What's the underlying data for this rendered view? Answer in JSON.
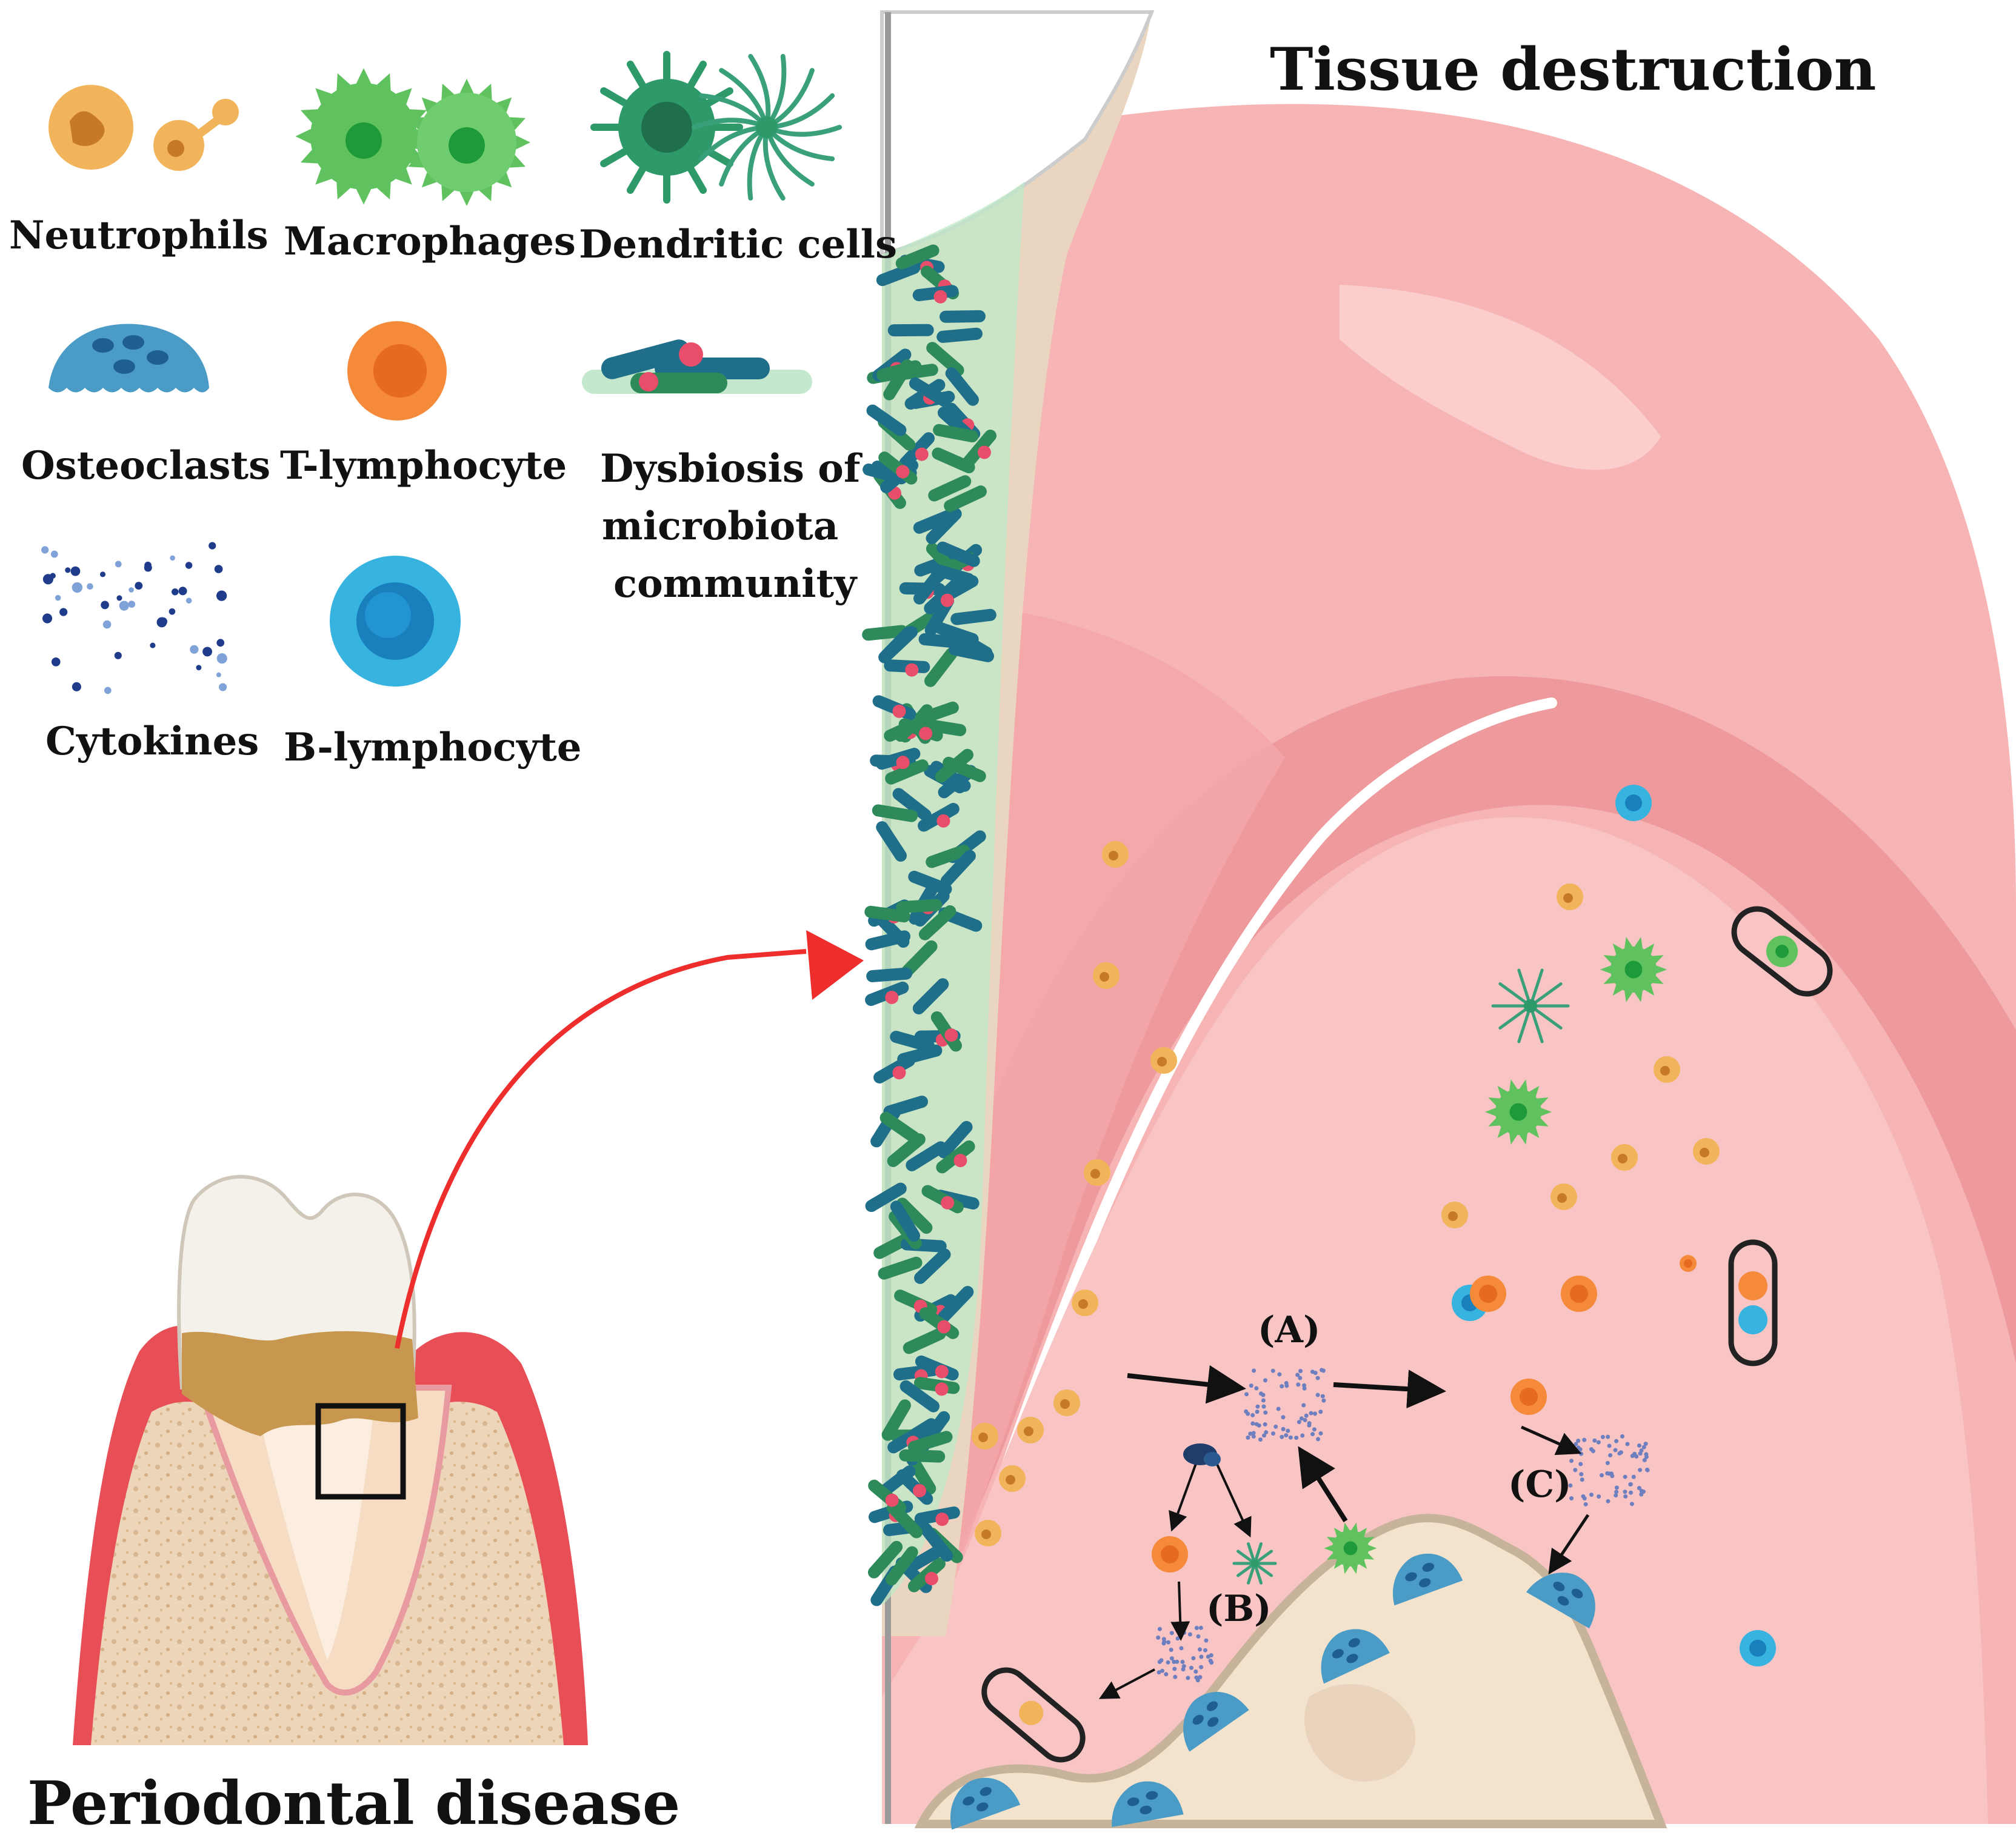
{
  "title": "Tissue destruction",
  "caption": "Periodontal disease",
  "legend": {
    "neutrophils": "Neutrophils",
    "macrophages": "Macrophages",
    "dendritic": "Dendritic cells",
    "osteoclasts": "Osteoclasts",
    "t_lymphocyte": "T-lymphocyte",
    "dysbiosis_line1": "Dysbiosis of",
    "dysbiosis_line2": "microbiota",
    "dysbiosis_line3": "community",
    "cytokines": "Cytokines",
    "b_lymphocyte": "B-lymphocyte"
  },
  "pathway_labels": {
    "a": "(A)",
    "b": "(B)",
    "c": "(C)"
  },
  "colors": {
    "neutrophil": "#f2b45a",
    "macrophage": "#5fc25f",
    "dendritic": "#2e9a6a",
    "osteoclast": "#4a9cc7",
    "t_lymphocyte": "#f58a3a",
    "b_lymphocyte": "#37b3e0",
    "cytokine": "#3a4d9c",
    "gingiva": "#f7b4b4",
    "gingiva_dark": "#ee9a9c",
    "bone": "#f3e3cd",
    "biofilm": "#1f6f8b",
    "accent_arrow": "#ee2d2d"
  }
}
